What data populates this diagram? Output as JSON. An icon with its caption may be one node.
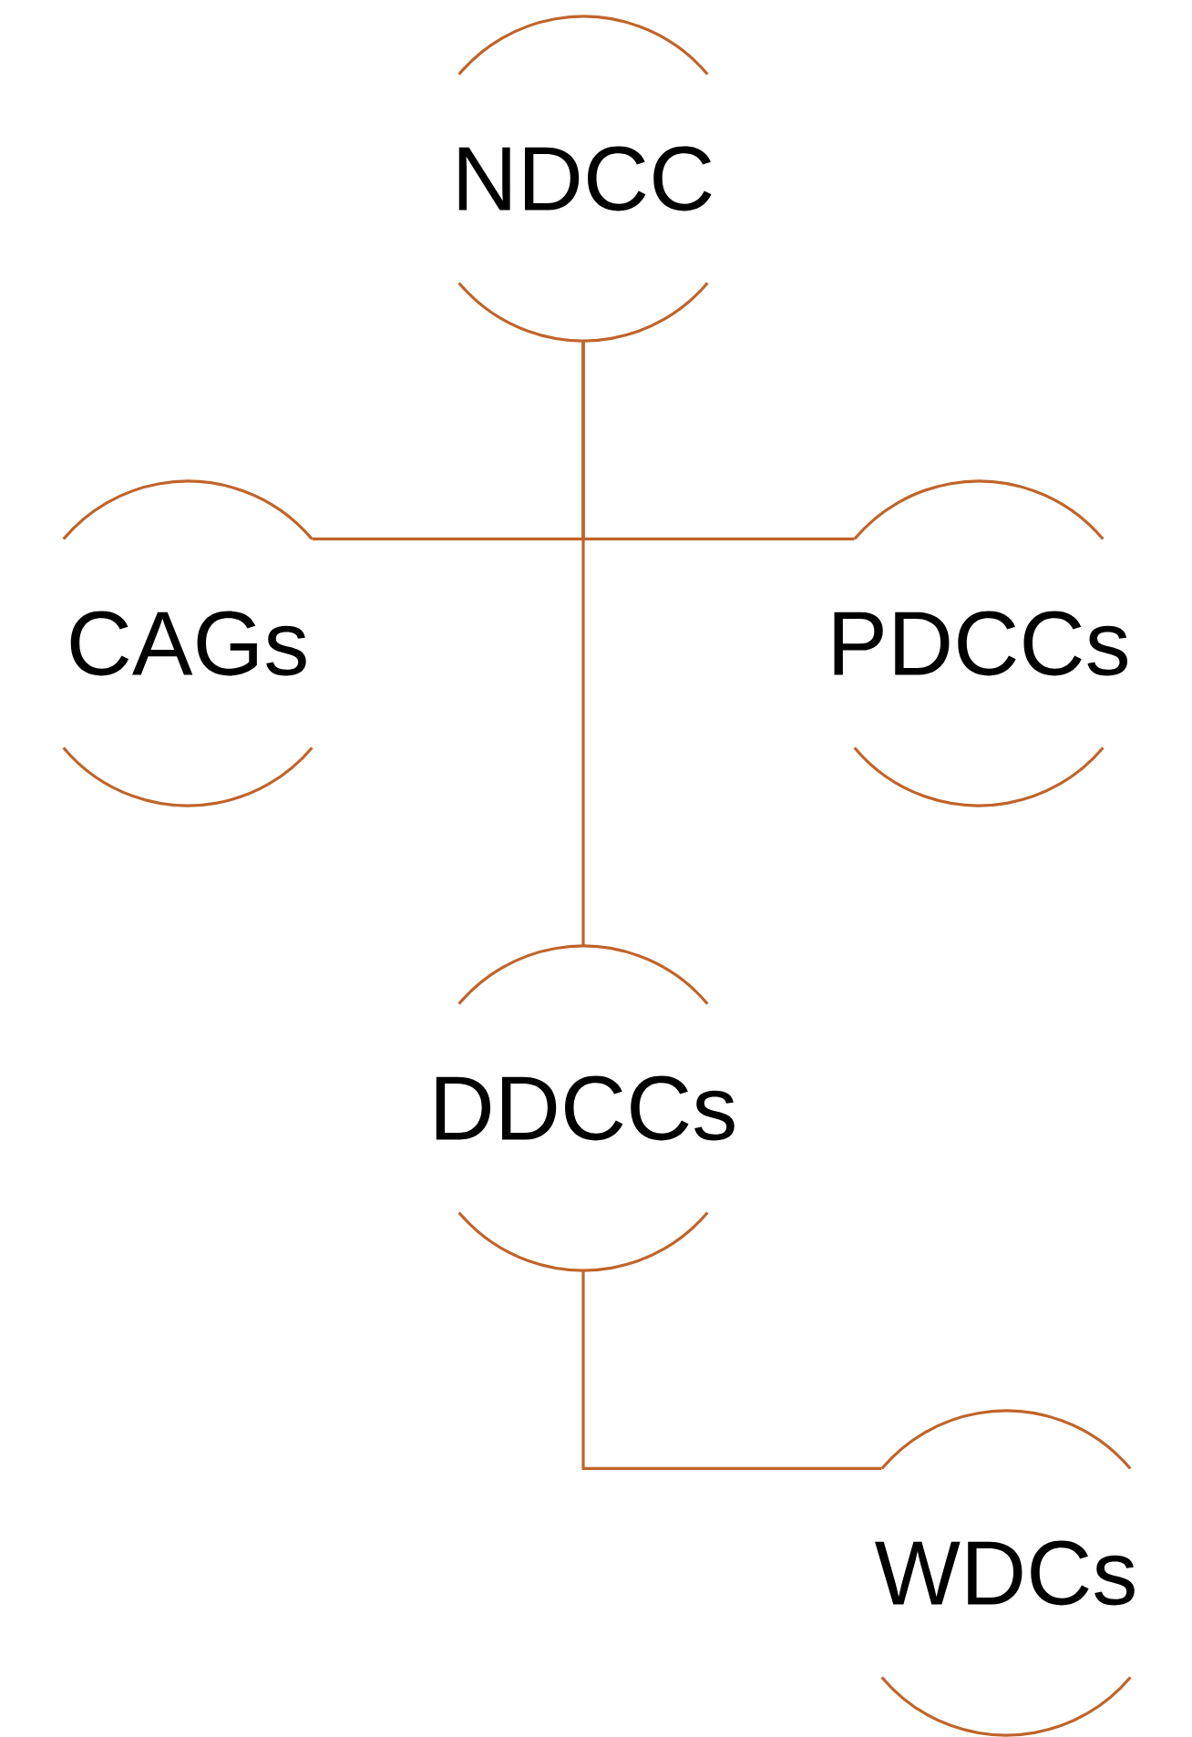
{
  "diagram": {
    "nodes": [
      {
        "text": [
          "NDCC"
        ]
      },
      {
        "text": [
          "CAGs"
        ]
      },
      {
        "text": [
          "PDCCs"
        ]
      },
      {
        "text": [
          "DDCCs"
        ]
      },
      {
        "text": [
          "WDCs"
        ]
      }
    ],
    "edges": [
      {
        "from": 0,
        "to": 1,
        "arrow": "none"
      },
      {
        "from": 0,
        "to": 2,
        "arrow": "none"
      },
      {
        "from": 0,
        "to": 3,
        "arrow": "none"
      },
      {
        "from": 3,
        "to": 4,
        "arrow": "none"
      }
    ]
  }
}
